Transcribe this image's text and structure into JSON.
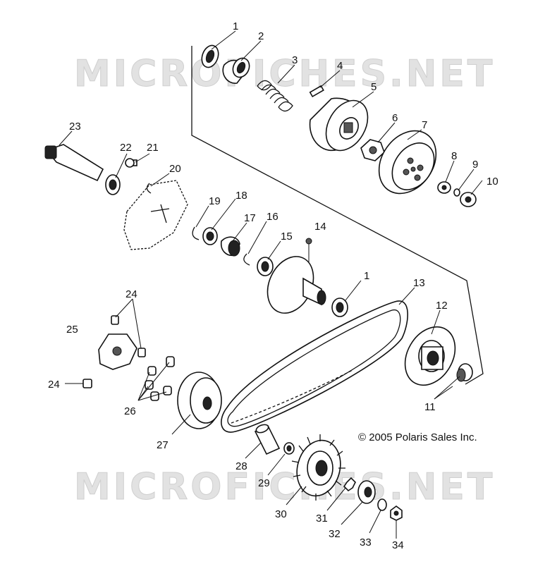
{
  "watermark": "MICROFICHES.NET",
  "copyright": "© 2005 Polaris Sales Inc.",
  "callouts": [
    "1",
    "2",
    "3",
    "4",
    "5",
    "6",
    "7",
    "8",
    "9",
    "10",
    "11",
    "12",
    "13",
    "14",
    "15",
    "16",
    "17",
    "18",
    "19",
    "20",
    "21",
    "22",
    "23",
    "24",
    "25",
    "26",
    "27",
    "28",
    "29",
    "30",
    "31",
    "32",
    "33",
    "34",
    "1",
    "24"
  ]
}
